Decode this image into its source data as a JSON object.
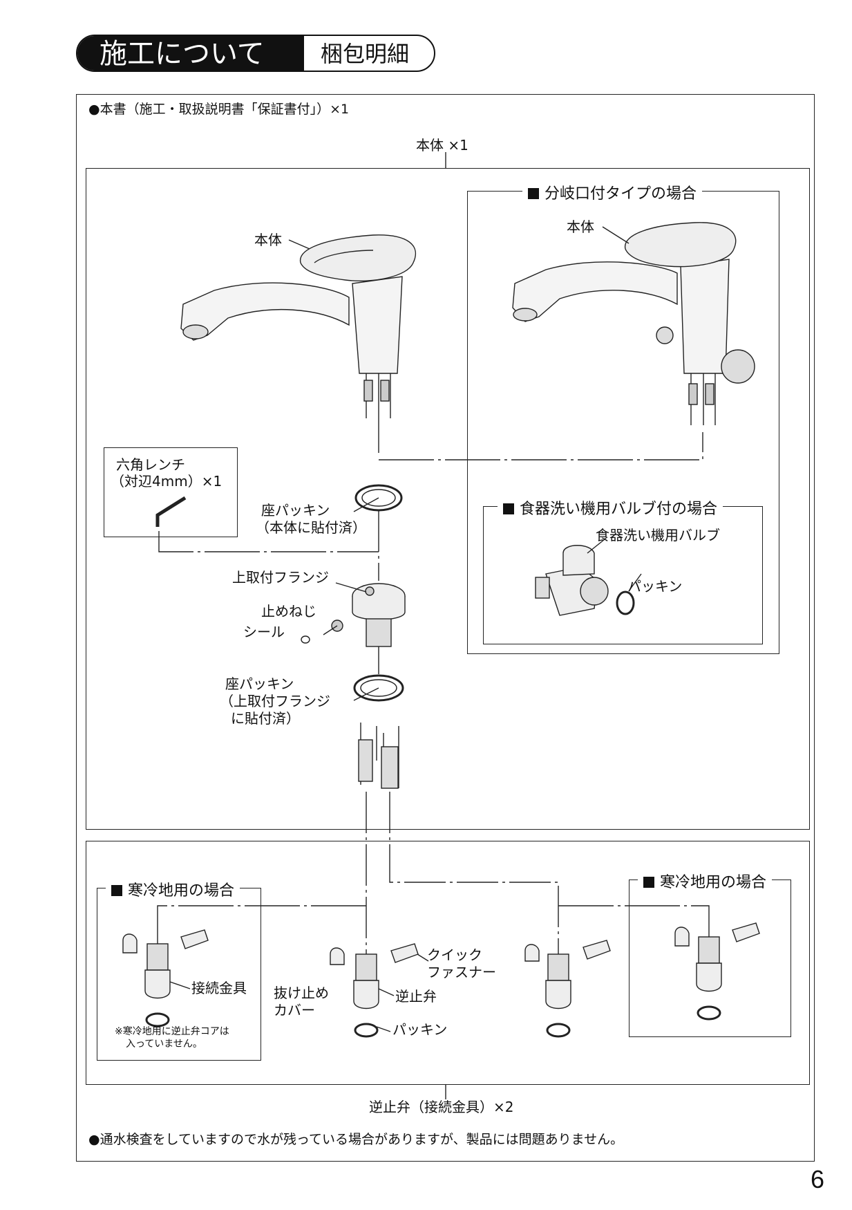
{
  "header": {
    "section": "施工について",
    "subsection": "梱包明細"
  },
  "notes": {
    "manual": "●本書（施工・取扱説明書「保証書付」）×1",
    "water": "●通水検査をしていますので水が残っている場合がありますが、製品には問題ありません。"
  },
  "main_unit": {
    "title": "本体 ×1",
    "body_label": "本体",
    "seat_packing": "座パッキン",
    "seat_packing_note": "（本体に貼付済）",
    "upper_flange": "上取付フランジ",
    "set_screw": "止めねじ",
    "seal": "シール",
    "flange_packing": "座パッキン",
    "flange_packing_note1": "（上取付フランジ",
    "flange_packing_note2": "に貼付済）",
    "hex_wrench_title": "六角レンチ",
    "hex_wrench_size": "（対辺4mm）×1"
  },
  "branch_type": {
    "legend": "分岐口付タイプの場合",
    "body_label": "本体"
  },
  "dishwasher_type": {
    "legend": "食器洗い機用バルブ付の場合",
    "valve_label": "食器洗い機用バルブ",
    "packing_label": "パッキン"
  },
  "check_valve": {
    "title": "逆止弁（接続金具）×2",
    "quick_fastener_1": "クイック",
    "quick_fastener_2": "ファスナー",
    "retainer_cover_1": "抜け止め",
    "retainer_cover_2": "カバー",
    "check_valve_label": "逆止弁",
    "packing_label": "パッキン",
    "cold_region_legend_left": "寒冷地用の場合",
    "cold_region_legend_right": "寒冷地用の場合",
    "fitting_label": "接続金具",
    "cold_note_1": "※寒冷地用に逆止弁コアは",
    "cold_note_2": "入っていません。"
  },
  "page_number": "6"
}
